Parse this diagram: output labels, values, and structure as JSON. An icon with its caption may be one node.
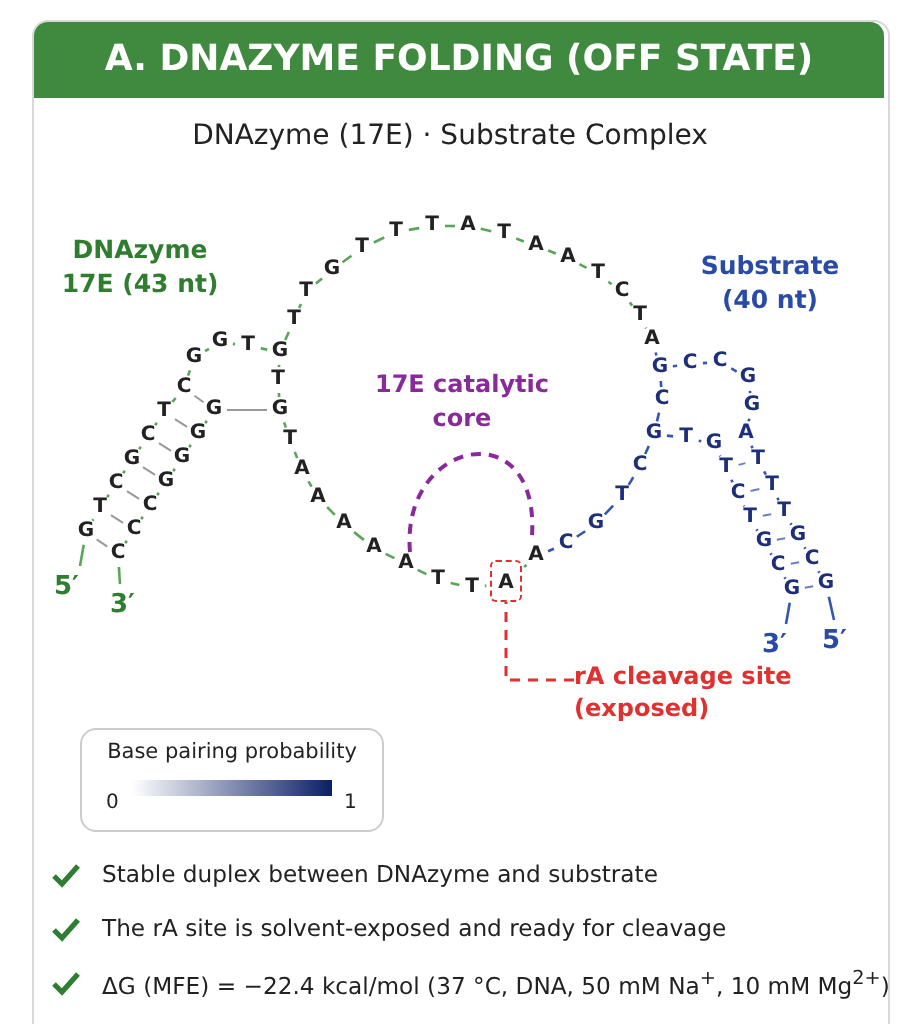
{
  "diagram": {
    "title": "A. DNAZYME FOLDING (OFF STATE)",
    "nodes": [
      {
        "text": [
          "rA cleavage site (exposed)"
        ]
      },
      {
        "text": [
          "A"
        ]
      }
    ],
    "edges": [
      {
        "from": 0,
        "to": 1,
        "arrow": "none",
        "style": "dashed",
        "color": "#e03030"
      }
    ],
    "labels": [
      "DNAzyme (17E) · Substrate Complex",
      "DNAzyme 17E (43 nt)",
      "Substrate (40 nt)",
      "17E catalytic core",
      "G",
      "T",
      "C",
      "G",
      "C",
      "T",
      "C",
      "G",
      "G",
      "T",
      "G",
      "T",
      "G",
      "T",
      "A",
      "A",
      "A",
      "A",
      "A",
      "T",
      "T",
      "A",
      "G",
      "G",
      "G",
      "G",
      "C",
      "C",
      "C",
      "T",
      "T",
      "G",
      "T",
      "T",
      "T",
      "A",
      "T",
      "A",
      "A",
      "T",
      "C",
      "T",
      "A",
      "G",
      "C",
      "C",
      "G",
      "G",
      "A",
      "T",
      "T",
      "T",
      "G",
      "C",
      "G",
      "C",
      "G",
      "T",
      "G",
      "T",
      "C",
      "T",
      "G",
      "C",
      "G",
      "C",
      "T",
      "G",
      "C",
      "5′",
      "3′",
      "3′",
      "5′",
      "Base pairing probability",
      "0",
      "1",
      "Stable duplex between DNAzyme and substrate",
      "The rA site is solvent-exposed and ready for cleavage",
      "ΔG (MFE) = −22.4 kcal/mol (37 °C, DNA, 50 mM Na$^{+}$, 10 mM Mg$^{2+}$)"
    ]
  }
}
